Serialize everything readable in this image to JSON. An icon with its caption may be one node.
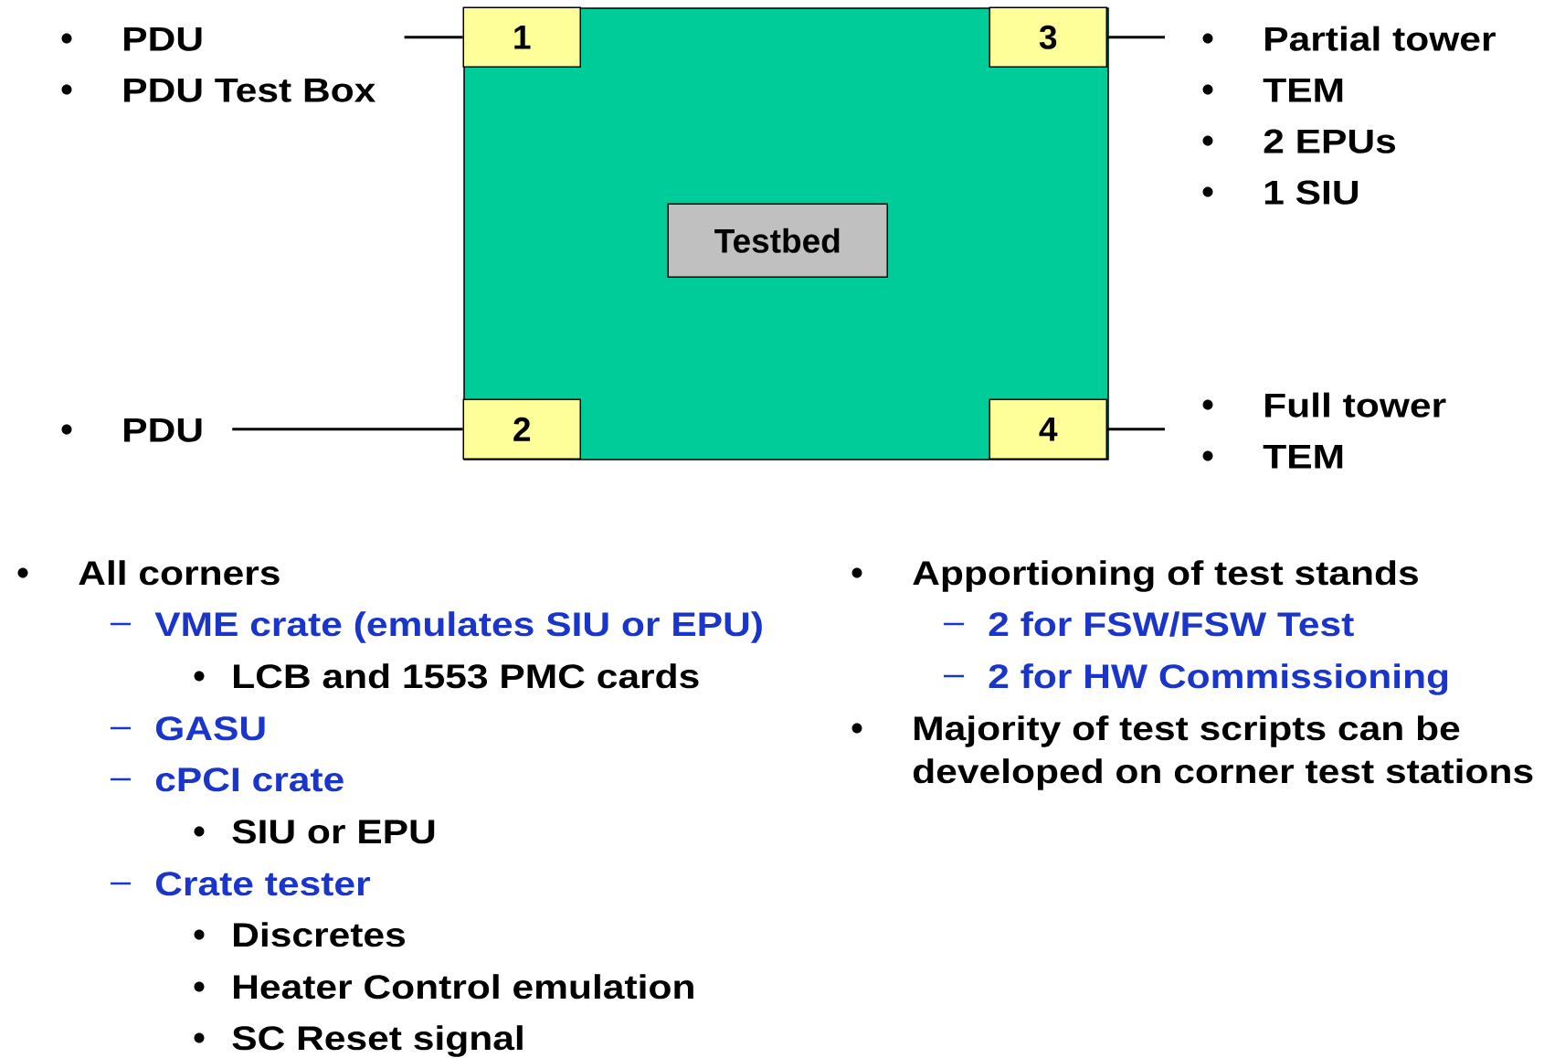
{
  "diagram": {
    "nodes": [
      {
        "text": [],
        "shape": "box"
      },
      {
        "text": [
          "1"
        ],
        "in": 0
      },
      {
        "text": [
          "2"
        ],
        "in": 0
      },
      {
        "text": [
          "3"
        ],
        "in": 0
      },
      {
        "text": [
          "4"
        ],
        "in": 0
      },
      {
        "text": [
          "Testbed"
        ],
        "in": 0
      },
      {
        "text": [
          "PDU",
          "PDU Test Box"
        ]
      },
      {
        "text": [
          "Partial tower",
          "TEM",
          "2 EPUs",
          "1 SIU"
        ]
      },
      {
        "text": [
          "PDU"
        ]
      },
      {
        "text": [
          "Full tower",
          "TEM"
        ]
      }
    ],
    "edges": [
      {
        "from": 6,
        "to": 1,
        "arrow": "none"
      },
      {
        "from": 7,
        "to": 3,
        "arrow": "none"
      },
      {
        "from": 8,
        "to": 2,
        "arrow": "none"
      },
      {
        "from": 9,
        "to": 4,
        "arrow": "none"
      }
    ],
    "labels": [
      "All corners",
      "VME crate (emulates SIU or EPU)",
      "LCB and 1553 PMC cards",
      "GASU",
      "cPCI crate",
      "SIU or EPU",
      "Crate tester",
      "Discretes",
      "Heater Control emulation",
      "SC Reset signal",
      "Apportioning of test stands",
      "2 for FSW/FSW Test",
      "2 for HW Commissioning",
      "Majority of test scripts can be developed on corner test stations"
    ]
  }
}
